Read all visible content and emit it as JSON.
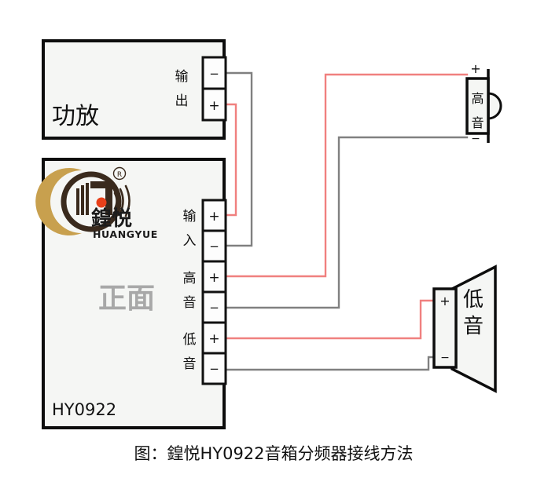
{
  "caption": "图：鍠悦HY0922音箱分频器接线方法",
  "amplifier": {
    "name": "功放",
    "port_label": "输出",
    "port_label_chars": [
      "输",
      "出"
    ],
    "terminals": [
      {
        "sign": "−",
        "polarity": "negative",
        "wire_color": "#808080"
      },
      {
        "sign": "+",
        "polarity": "positive",
        "wire_color": "#f0807f"
      }
    ]
  },
  "crossover": {
    "model": "HY0922",
    "face_label": "正面",
    "brand": {
      "name_cn": "鍠悦",
      "name_en": "HUANGYUE",
      "trademark": "®",
      "gold": "#c8a04e",
      "dark": "#3a2a1d",
      "dot": "#e8401a"
    },
    "groups": [
      {
        "label": "输入",
        "label_chars": [
          "输",
          "入"
        ],
        "terminals": [
          {
            "sign": "+",
            "polarity": "positive",
            "wire_color": "#f0807f"
          },
          {
            "sign": "−",
            "polarity": "negative",
            "wire_color": "#808080"
          }
        ]
      },
      {
        "label": "高音",
        "label_chars": [
          "高",
          "音"
        ],
        "terminals": [
          {
            "sign": "+",
            "polarity": "positive",
            "wire_color": "#f0807f"
          },
          {
            "sign": "−",
            "polarity": "negative",
            "wire_color": "#808080"
          }
        ]
      },
      {
        "label": "低音",
        "label_chars": [
          "低",
          "音"
        ],
        "terminals": [
          {
            "sign": "+",
            "polarity": "positive",
            "wire_color": "#f0807f"
          },
          {
            "sign": "−",
            "polarity": "negative",
            "wire_color": "#808080"
          }
        ]
      }
    ]
  },
  "tweeter": {
    "name": "高音",
    "name_chars": [
      "高",
      "音"
    ],
    "terminals": [
      {
        "sign": "+",
        "polarity": "positive"
      },
      {
        "sign": "−",
        "polarity": "negative"
      }
    ]
  },
  "woofer": {
    "name": "低音",
    "name_chars": [
      "低",
      "音"
    ],
    "terminals": [
      {
        "sign": "+",
        "polarity": "positive"
      },
      {
        "sign": "−",
        "polarity": "negative"
      }
    ]
  },
  "colors": {
    "positive_wire": "#f0807f",
    "negative_wire": "#808080",
    "outline": "#0d0d0d",
    "box_fill": "#f5f6f4",
    "face_text": "#a8a8a8",
    "background": "#ffffff"
  }
}
